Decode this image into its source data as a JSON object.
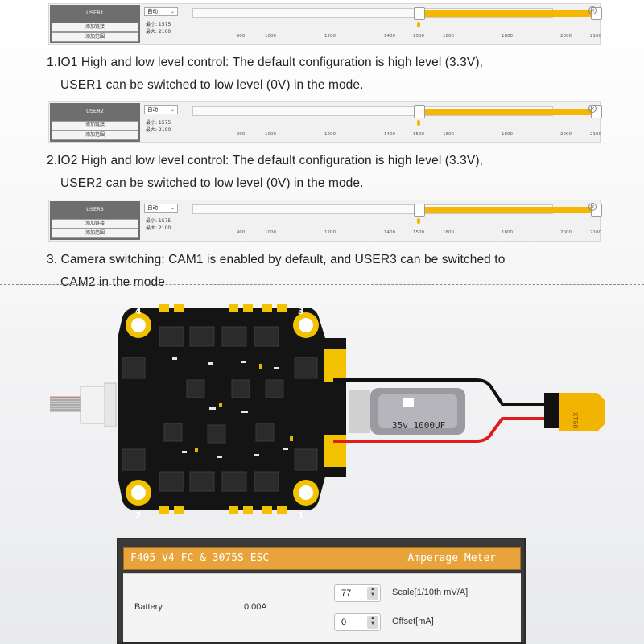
{
  "panels": [
    {
      "user": "USER1",
      "buttons": [
        "添加链接",
        "添加范围"
      ],
      "mode": "自动",
      "min": "最小: 1575",
      "max": "最大: 2100",
      "ticks": [
        "900",
        "1000",
        "1200",
        "1400",
        "1500",
        "1600",
        "1800",
        "2000",
        "2100"
      ],
      "range_low": 1500,
      "range_high": 2100,
      "marker_value": 1500,
      "close_icon": "close-icon"
    },
    {
      "user": "USER2",
      "buttons": [
        "添加链接",
        "添加范围"
      ],
      "mode": "自动",
      "min": "最小: 1575",
      "max": "最大: 2100",
      "ticks": [
        "900",
        "1000",
        "1200",
        "1400",
        "1500",
        "1600",
        "1800",
        "2000",
        "2100"
      ],
      "range_low": 1500,
      "range_high": 2100,
      "marker_value": 1500,
      "close_icon": "close-icon"
    },
    {
      "user": "USER3",
      "buttons": [
        "添加链接",
        "添加范围"
      ],
      "mode": "自动",
      "min": "最小: 1575",
      "max": "最大: 2100",
      "ticks": [
        "900",
        "1000",
        "1200",
        "1400",
        "1500",
        "1600",
        "1800",
        "2000",
        "2100"
      ],
      "range_low": 1500,
      "range_high": 2100,
      "marker_value": 1500,
      "close_icon": "close-icon"
    }
  ],
  "descriptions": [
    {
      "line1": "1.IO1 High and low level control: The default configuration is high level (3.3V),",
      "line2": "USER1 can be switched to low level (0V) in the mode."
    },
    {
      "line1": "2.IO2 High and low level control: The default configuration is high level (3.3V),",
      "line2": "USER2 can be switched to low level (0V) in the mode."
    },
    {
      "line1": "3. Camera switching: CAM1 is enabled by default, and USER3 can be switched to",
      "line2": "CAM2 in the mode"
    }
  ],
  "board": {
    "capacitor_label": "35v 1000UF",
    "connector_label": "XT60",
    "corner_numbers": [
      "4",
      "3",
      "2",
      "1"
    ],
    "accent_color": "#f2c200",
    "pcb_color": "#141414"
  },
  "amperage": {
    "title_left": "F405 V4 FC & 3075S ESC",
    "title_right": "Amperage Meter",
    "row_label": "Battery",
    "row_value": "0.00A",
    "scale_value": "77",
    "scale_label": "Scale[1/10th mV/A]",
    "offset_value": "0",
    "offset_label": "Offset[mA]",
    "header_color": "#e8a33a"
  }
}
